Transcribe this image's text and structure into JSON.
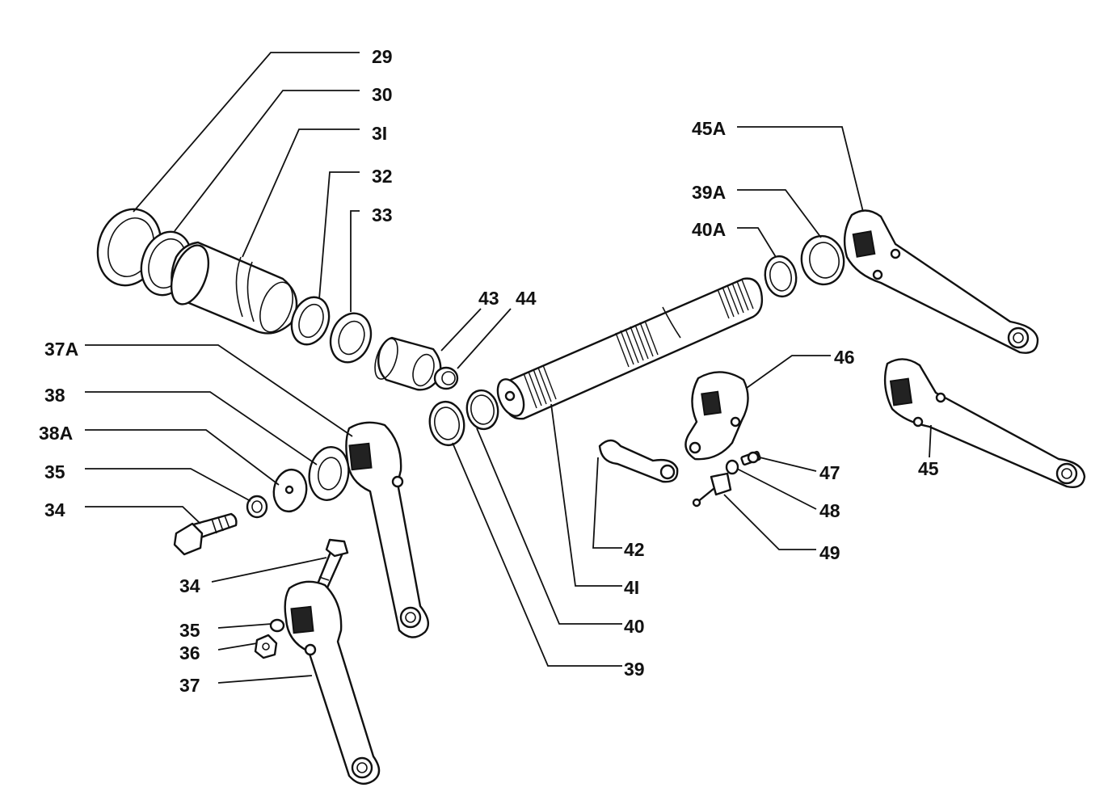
{
  "diagram": {
    "labels": {
      "l29": "29",
      "l30": "30",
      "l31": "3I",
      "l32": "32",
      "l33": "33",
      "l43": "43",
      "l44": "44",
      "l37A": "37A",
      "l38": "38",
      "l38A": "38A",
      "l35a": "35",
      "l34a": "34",
      "l34b": "34",
      "l35b": "35",
      "l36": "36",
      "l37": "37",
      "l42": "42",
      "l41": "4I",
      "l40": "40",
      "l39": "39",
      "l45A": "45A",
      "l39A": "39A",
      "l40A": "40A",
      "l46": "46",
      "l47": "47",
      "l48": "48",
      "l49": "49",
      "l45": "45"
    }
  }
}
